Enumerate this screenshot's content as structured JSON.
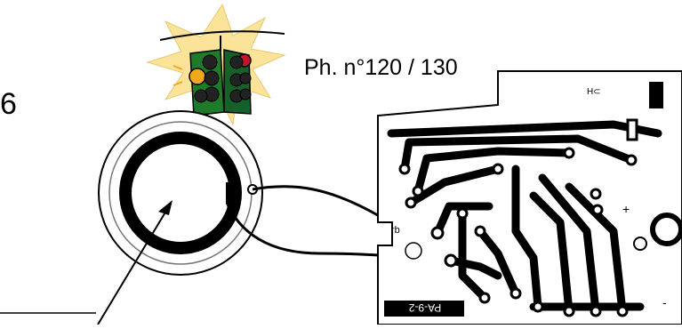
{
  "diagram": {
    "photo_label": "Ph. n°120 / 130",
    "slide_number": "6",
    "board_code": "PA-9-2",
    "board_text_rb": "rb",
    "board_text_h": "H⊂",
    "board_plus": "+",
    "board_minus": "-",
    "icon": "traffic-light-icon",
    "colors": {
      "light_box": "#1f7a2a",
      "red_light": "#c0182a",
      "amber_light": "#f2a81a",
      "starburst": "#fbe39a",
      "ink": "#000000"
    }
  }
}
